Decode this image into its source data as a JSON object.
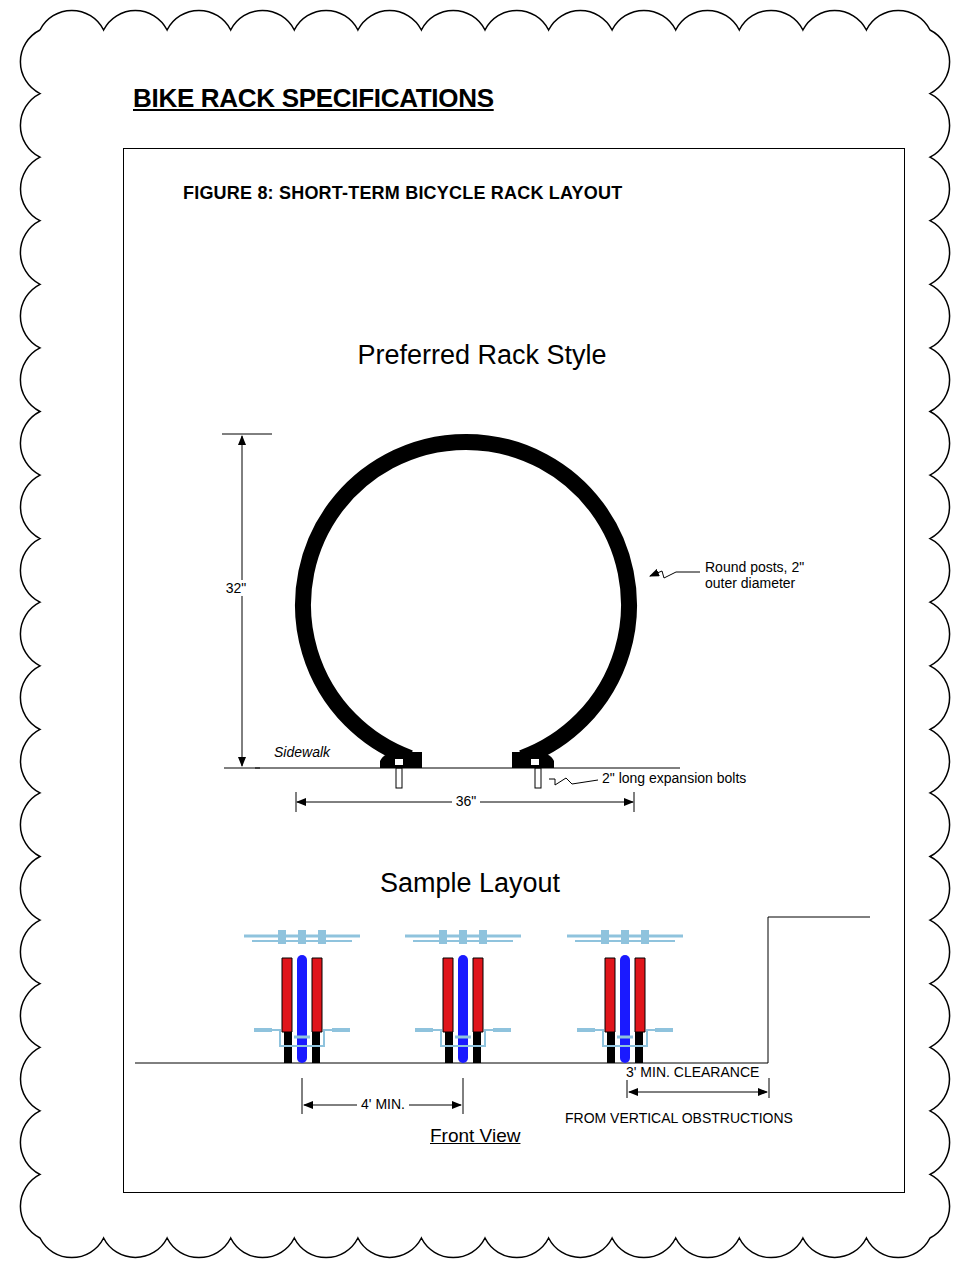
{
  "diagram": {
    "title": "BIKE RACK SPECIFICATIONS",
    "nodes": [
      {
        "text": [
          "FIGURE 8: SHORT-TERM BICYCLE RACK LAYOUT"
        ]
      }
    ],
    "labels": [
      "Preferred Rack Style",
      "32\"",
      "Round posts, 2\" outer diameter",
      "Sidewalk",
      "2\" long expansion bolts",
      "36\"",
      "Sample Layout",
      "3' MIN. CLEARANCE",
      "4' MIN.",
      "FROM VERTICAL OBSTRUCTIONS",
      "Front View"
    ]
  }
}
